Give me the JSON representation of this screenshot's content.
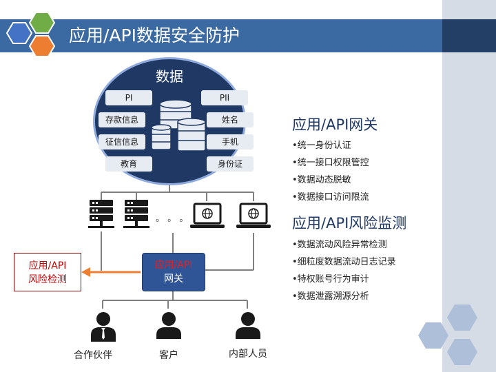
{
  "title": "应用/API数据安全防护",
  "data_circle": {
    "title": "数据",
    "left_tags": [
      "PI",
      "存款信息",
      "征信信息",
      "教育"
    ],
    "right_tags": [
      "PII",
      "姓名",
      "手机",
      "身份证"
    ]
  },
  "server_dots": "。 。 。",
  "risk_box": {
    "line1": "应用/API",
    "line2": "风险检测"
  },
  "gateway_box": {
    "line1": "应用/API",
    "line2": "网关"
  },
  "users": [
    {
      "label": "合作伙伴"
    },
    {
      "label": "客户"
    },
    {
      "label": "内部人员"
    }
  ],
  "gateway_section": {
    "heading": "应用/API网关",
    "items": [
      "•统一身份认证",
      "•统一接口权限管控",
      "•数据动态脱敏",
      "•数据接口访问限流"
    ]
  },
  "monitor_section": {
    "heading": "应用/API风险监测",
    "items": [
      "•数据流动风险异常检测",
      "•细粒度数据流动日志记录",
      "•特权账号行为审计",
      "•数据泄露溯源分析"
    ]
  },
  "colors": {
    "title_bar": "#3b6aa3",
    "title_bar_dark": "#243f66",
    "circle_fill": "#1f3864",
    "hex_blue": "#4472c4",
    "hex_green": "#70ad47",
    "hex_orange": "#ed7d31",
    "arrow": "#ed7d31",
    "risk_text": "#c00000"
  }
}
